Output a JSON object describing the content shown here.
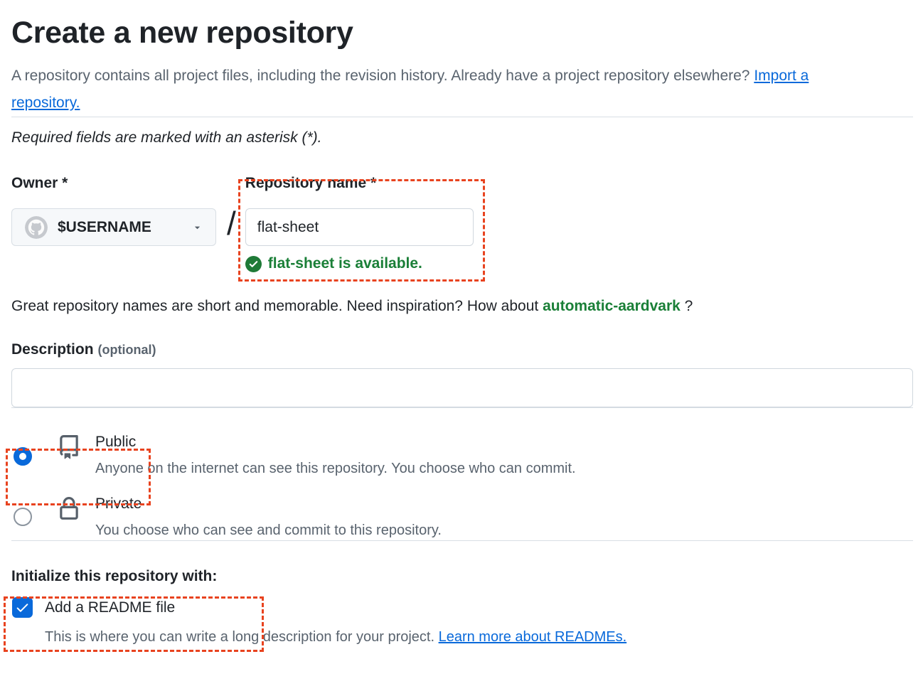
{
  "page": {
    "title": "Create a new repository",
    "intro_text": "A repository contains all project files, including the revision history. Already have a project repository elsewhere? ",
    "intro_link": "Import a repository.",
    "required_note": "Required fields are marked with an asterisk (*)."
  },
  "owner": {
    "label": "Owner *",
    "value": "$USERNAME",
    "separator": "/"
  },
  "repo_name": {
    "label": "Repository name *",
    "value": "flat-sheet",
    "availability_message": "flat-sheet is available."
  },
  "suggestion": {
    "text_before": "Great repository names are short and memorable. Need inspiration? How about ",
    "suggested_name": "automatic-aardvark",
    "text_after": " ?"
  },
  "description": {
    "label": "Description",
    "optional": "(optional)",
    "value": ""
  },
  "visibility": {
    "public": {
      "label": "Public",
      "description": "Anyone on the internet can see this repository. You choose who can commit.",
      "selected": true
    },
    "private": {
      "label": "Private",
      "description": "You choose who can see and commit to this repository.",
      "selected": false
    }
  },
  "initialize": {
    "heading": "Initialize this repository with:",
    "readme_label": "Add a README file",
    "readme_checked": true,
    "readme_help_text": "This is where you can write a long description for your project. ",
    "readme_help_link": "Learn more about READMEs."
  },
  "colors": {
    "accent_blue": "#0969da",
    "success_green": "#1a7f37",
    "annotation_orange": "#e8431f",
    "text_dark": "#1f2328",
    "text_gray": "#59636e",
    "border": "#d0d7de"
  }
}
